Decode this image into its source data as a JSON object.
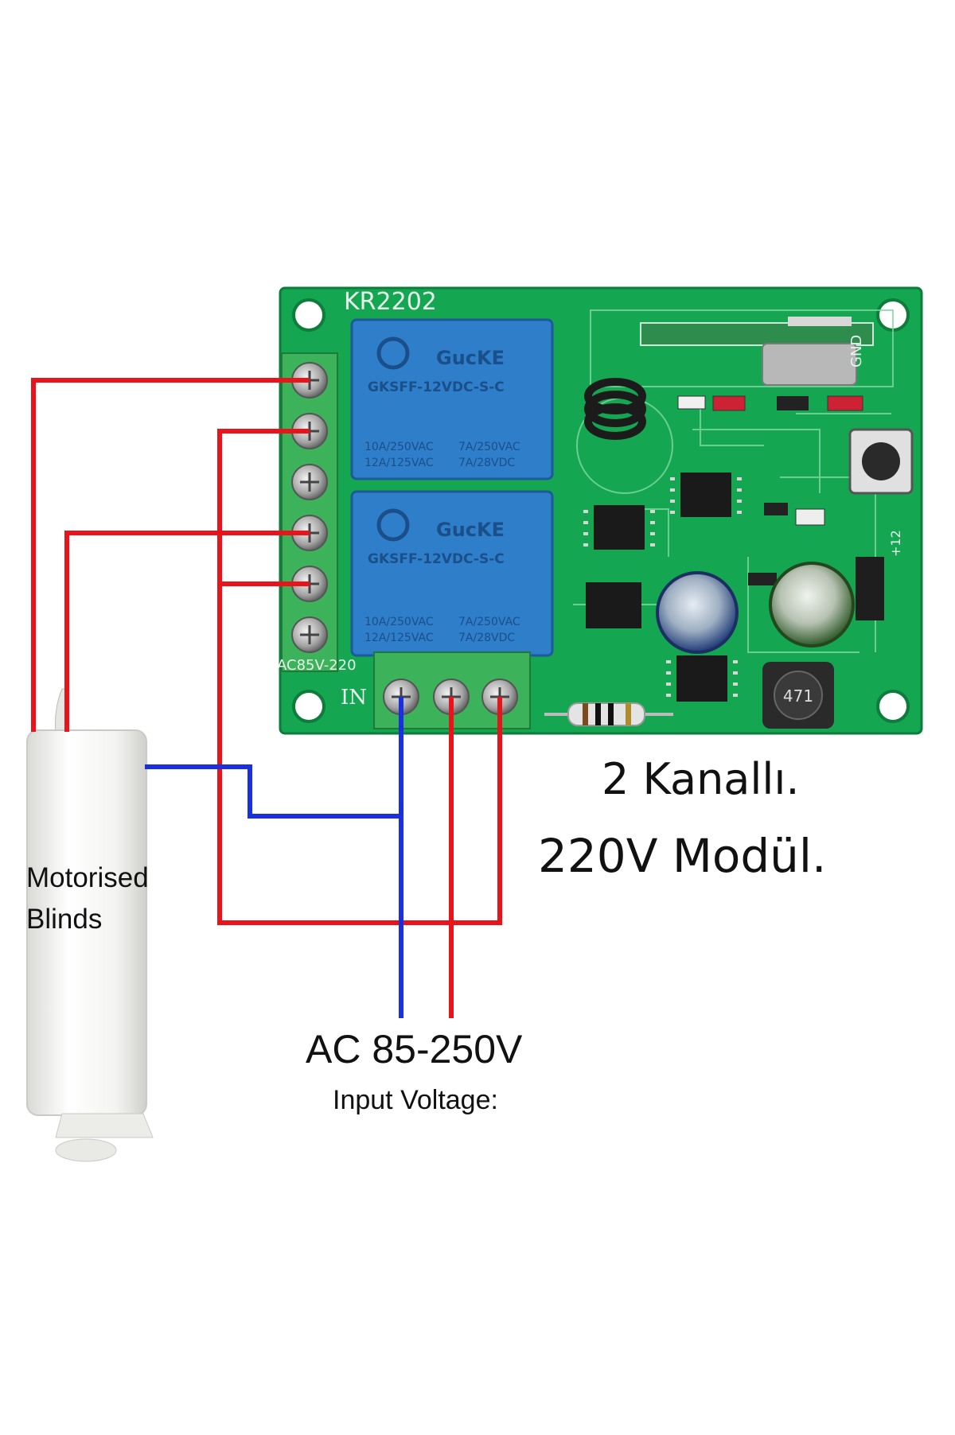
{
  "board": {
    "model": "KR2202",
    "supply_marking": "AC85V-220",
    "input_marking": "IN",
    "gnd_marking": "GND",
    "plus12_marking": "+12",
    "relay_brand": "GucKE",
    "relay_model": "GKSFF-12VDC-S-C",
    "relay_rating_a": "10A/250VAC",
    "relay_rating_b": "12A/125VAC",
    "relay_rating_c": "7A/250VAC",
    "relay_rating_d": "7A/28VDC",
    "inductor_marking": "471",
    "colors": {
      "pcb": "#14a651",
      "relay": "#2f7ec9",
      "terminal": "#3cb35a"
    }
  },
  "labels": {
    "channel_title": "2 Kanallı.",
    "module_title": "220V Modül.",
    "motor_line1": "Motorised",
    "motor_line2": "Blinds",
    "voltage_value": "AC 85-250V",
    "voltage_caption": "Input Voltage:"
  },
  "wire_colors": {
    "live": "#e8141b",
    "neutral": "#1a2fe0"
  }
}
